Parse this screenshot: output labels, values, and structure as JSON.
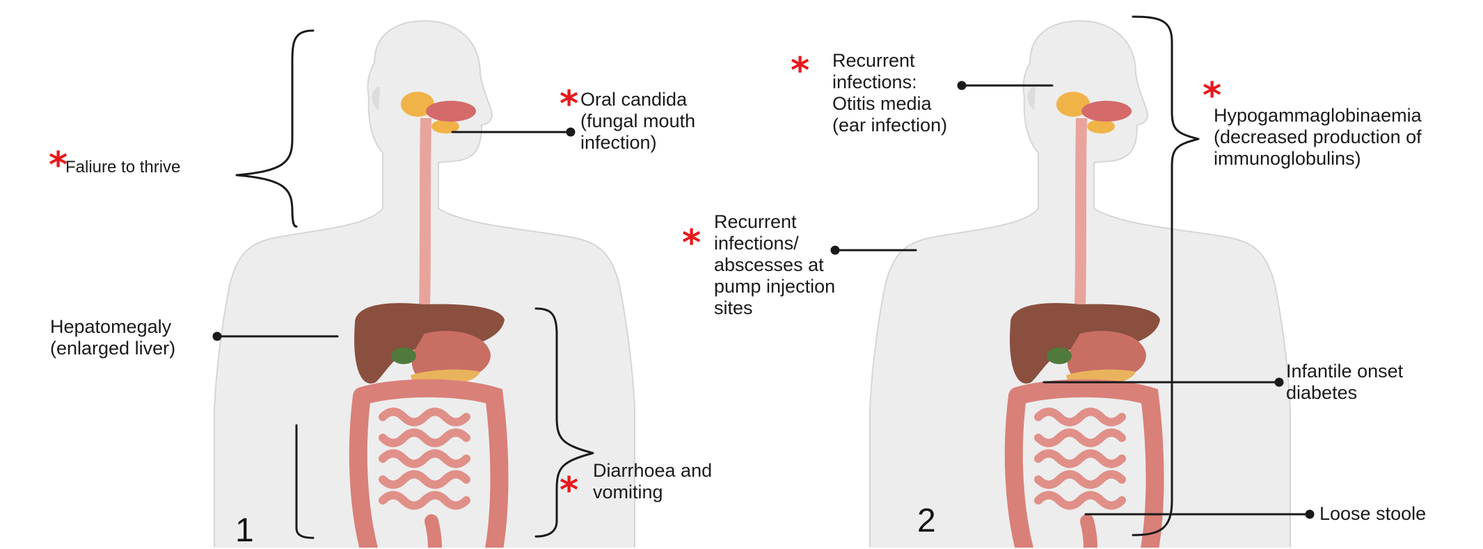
{
  "figure": {
    "colors": {
      "body_fill": "#ededee",
      "body_outline": "#d6d6d8",
      "liver": "#8a4f3f",
      "stomach": "#c96e63",
      "gallbladder": "#4f7a3c",
      "pancreas": "#e9b35d",
      "intestine": "#d98078",
      "esophagus": "#e8a49c",
      "mouth": "#d46a6a",
      "salivary_gland": "#f0b347",
      "asterisk": "#e8191c",
      "text": "#1a1a1a"
    }
  },
  "panel1": {
    "number": "1",
    "labels": {
      "failure_to_thrive": [
        "Faliure to thrive"
      ],
      "oral_candida": [
        "Oral candida",
        "(fungal mouth",
        "infection)"
      ],
      "hepatomegaly": [
        "Hepatomegaly",
        "(enlarged liver)"
      ],
      "diarrhoea": [
        "Diarrhoea and",
        "vomiting"
      ]
    }
  },
  "panel2": {
    "number": "2",
    "labels": {
      "otitis": [
        "Recurrent",
        "infections:",
        "Otitis media",
        "(ear infection)"
      ],
      "abscesses": [
        "Recurrent",
        "infections/",
        "abscesses at",
        "pump injection",
        "sites"
      ],
      "hypogamma": [
        "Hypogammaglobinaemia",
        "(decreased production of",
        "immunoglobulins)"
      ],
      "diabetes": [
        "Infantile onset",
        "diabetes"
      ],
      "loose_stools": [
        "Loose stoole"
      ]
    }
  },
  "asterisk": "*"
}
